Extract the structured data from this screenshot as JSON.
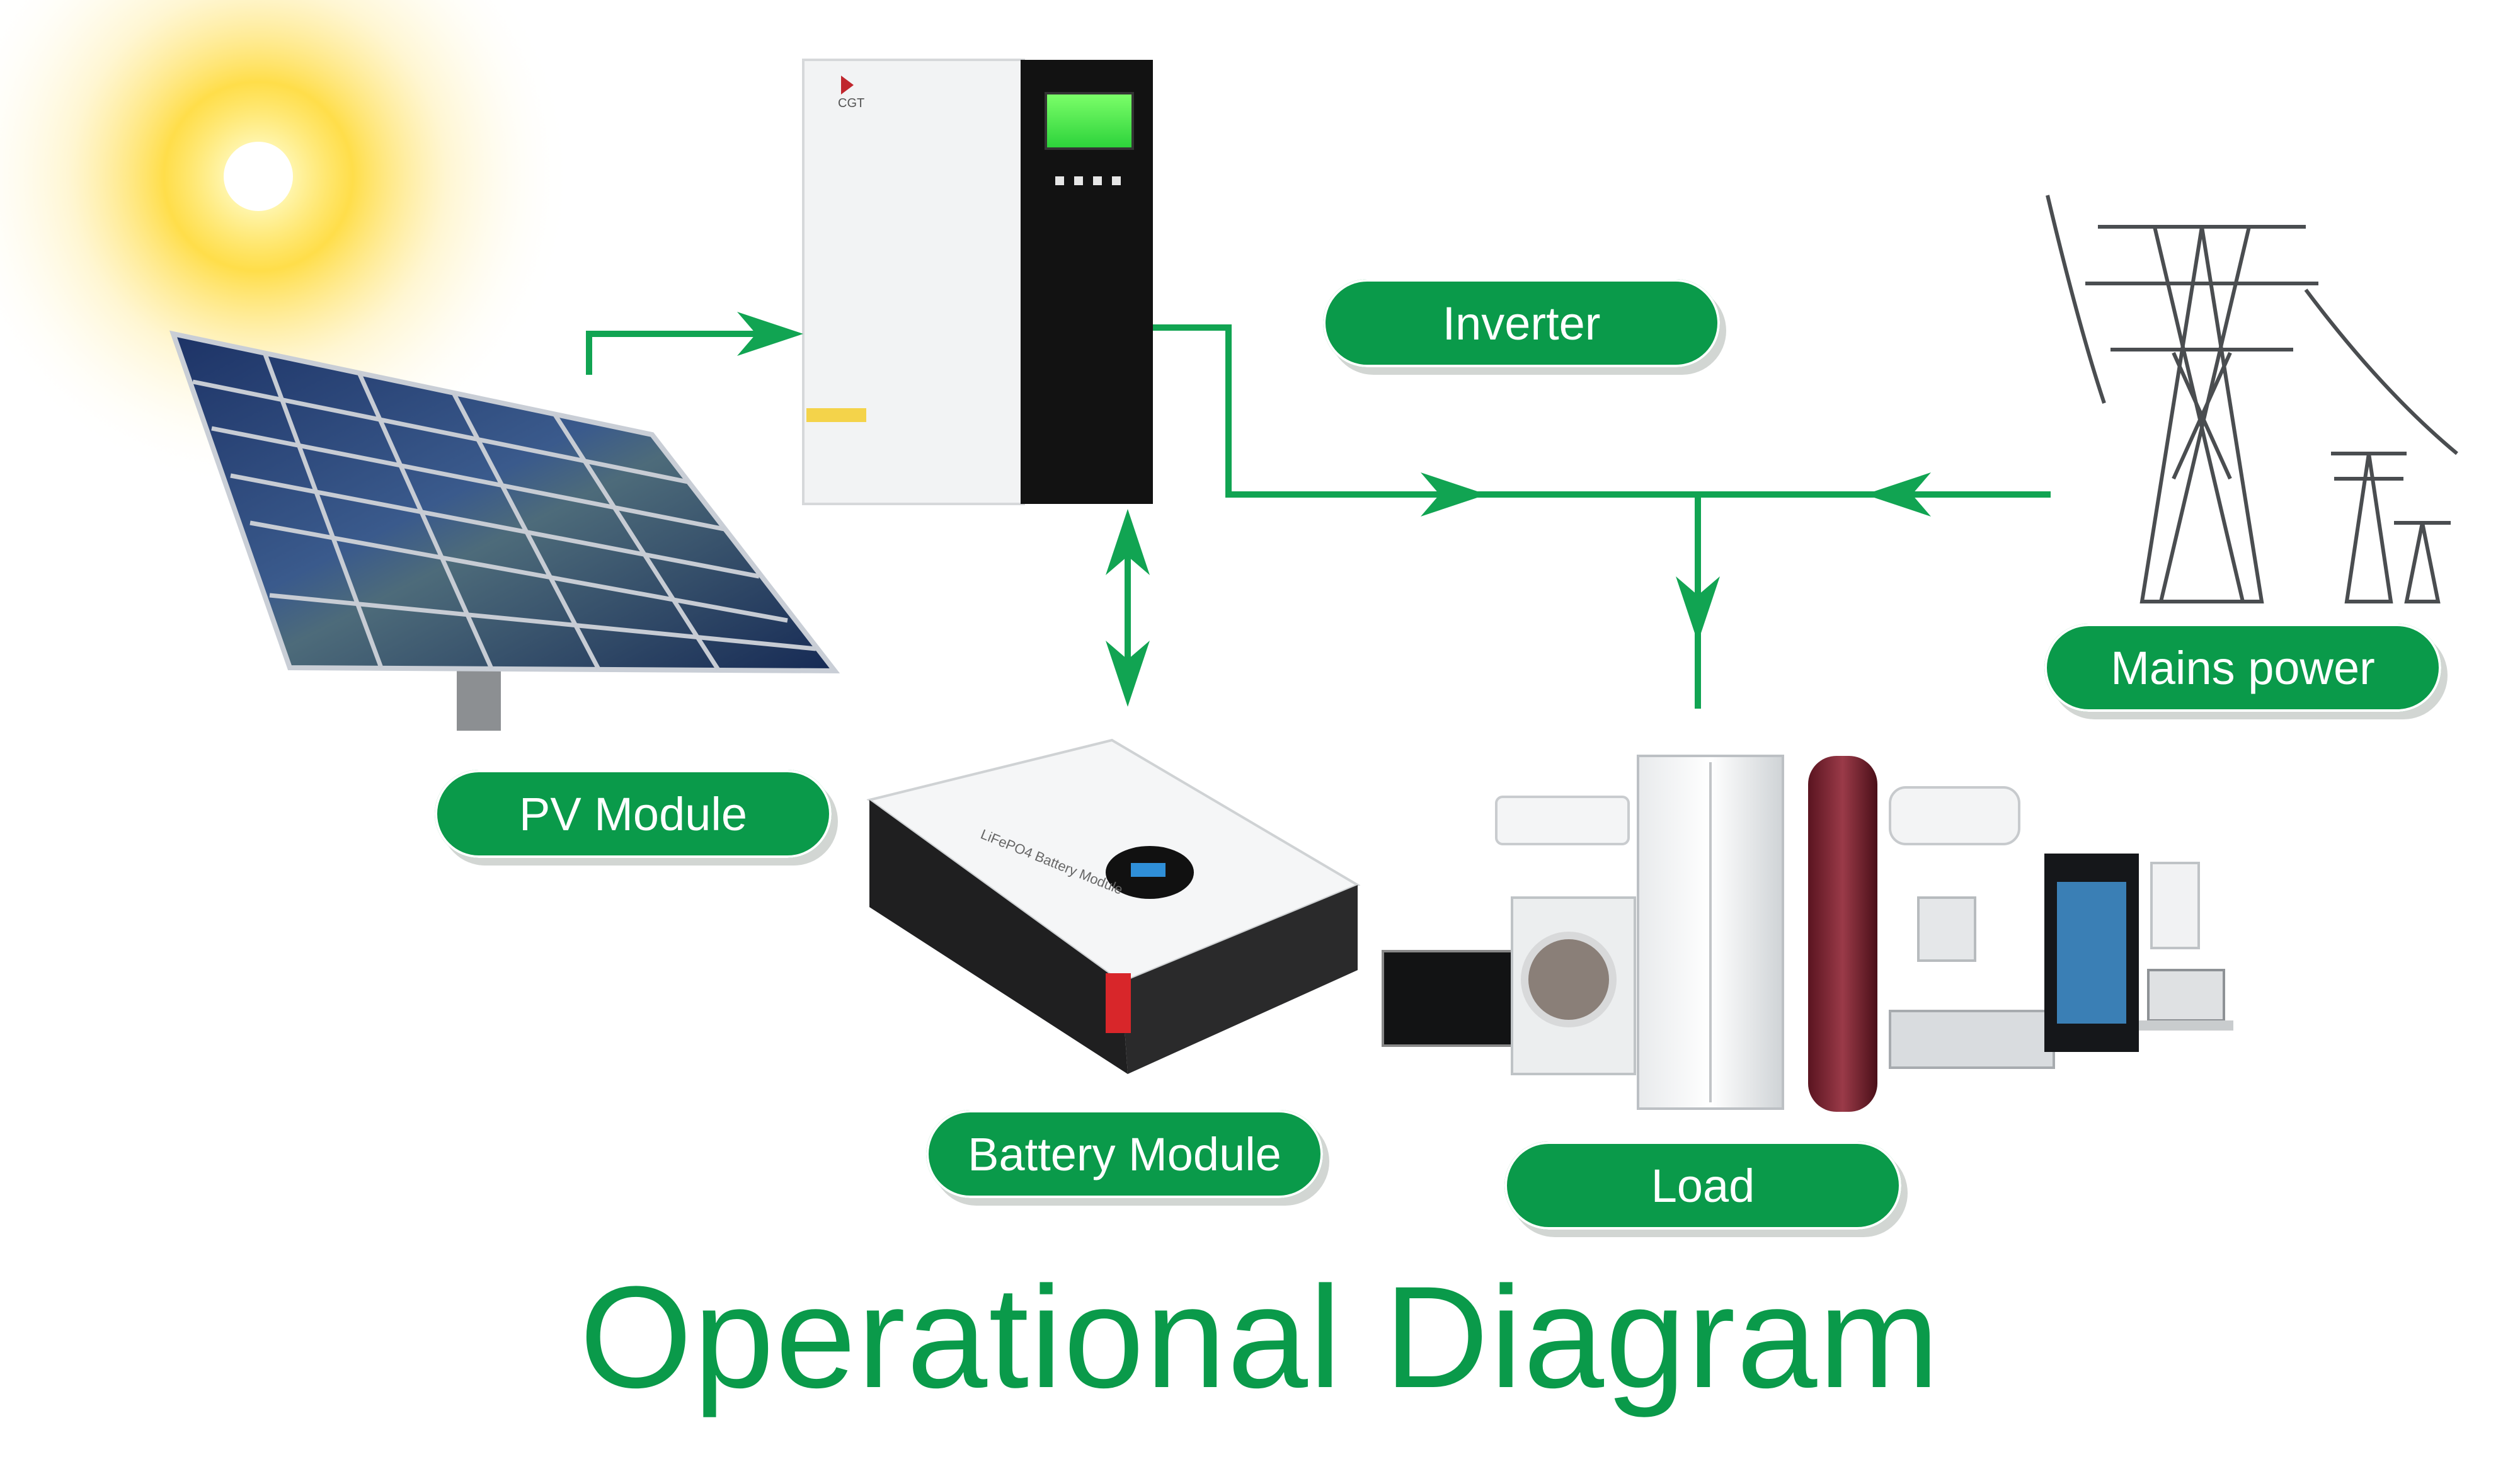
{
  "labels": {
    "inverter": "Inverter",
    "pv_module": "PV Module",
    "battery_module": "Battery Module",
    "load": "Load",
    "mains_power": "Mains power"
  },
  "title": "Operational Diagram",
  "devices": {
    "inverter_brand": "CGT",
    "battery_face_text": "LiFePO4 Battery Module"
  },
  "colors": {
    "accent": "#0a9a4a",
    "arrow": "#11a452",
    "sun": "#ffd21a"
  },
  "icons": [
    "sun-icon",
    "solar-panel-icon",
    "inverter-icon",
    "battery-icon",
    "power-tower-icon",
    "appliances-icon"
  ]
}
